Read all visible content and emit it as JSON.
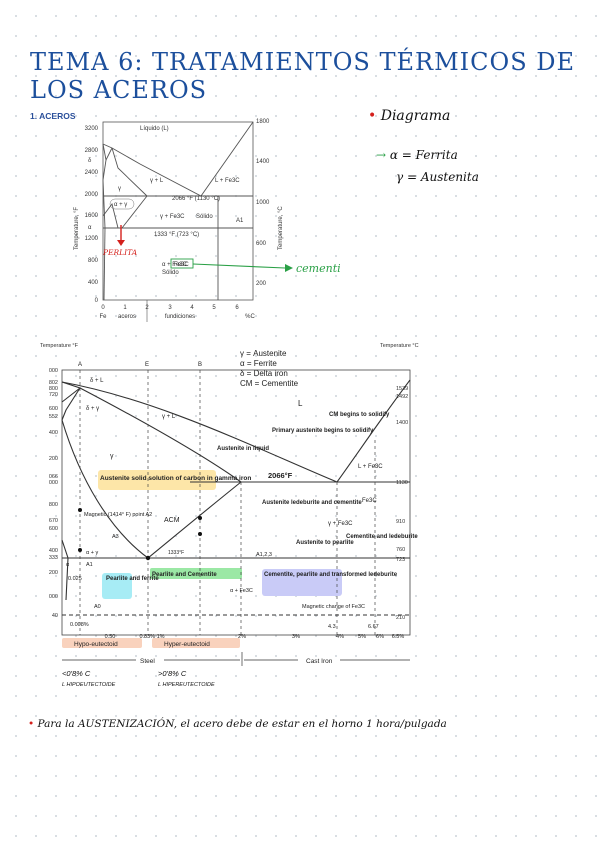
{
  "title": "TEMA 6: TRATAMIENTOS TÉRMICOS DE LOS ACEROS",
  "section": "1. ACEROS",
  "notes": {
    "diagrama": "Diagrama",
    "alpha": "α = Ferrita",
    "gamma": "γ = Austenita",
    "cementita": "cementita",
    "perlita": "PERLITA",
    "hipo_pct": "<0'8% C",
    "hipo_label": "L HIPOEUTECTOIDE",
    "hiper_pct": ">0'8% C",
    "hiper_label": "L HIPEREUTECTOIDE",
    "bottom": "Para la AUSTENIZACIÓN, el acero debe de estar en el horno 1 hora/pulgada"
  },
  "diagram1": {
    "y_left_ticks": [
      "3200",
      "2800",
      "2400",
      "2000",
      "1600",
      "1200",
      "800",
      "400",
      "0"
    ],
    "y_left_label": "Temperature, °F",
    "y_right_ticks": [
      "1800",
      "1400",
      "1000",
      "600",
      "200"
    ],
    "y_right_label": "Temperature, °C",
    "x_ticks": [
      "0",
      "1",
      "2",
      "3",
      "4",
      "5",
      "6"
    ],
    "x_unit": "%C",
    "fe": "Fe",
    "aceros": "aceros",
    "fundiciones": "fundiciones",
    "liquid": "Líquido (L)",
    "d": "δ",
    "g_l": "γ + L",
    "l_fe3c": "L + Fe3C",
    "g": "γ",
    "ag": "α + γ",
    "a": "α",
    "t2066": "2066 °F (1130 °C)",
    "g_fe3c": "γ + Fe3C",
    "solido": "Sólido",
    "a1": "A1",
    "t1333": "1333 °F (723 °C)",
    "a_fe3c": "α + Fe3C",
    "solido2": "Sólido",
    "fe3c_box": "Fe3C"
  },
  "diagram2": {
    "temp_left": "Temperature °F",
    "temp_right": "Temperature °C",
    "legend": [
      "γ = Austenite",
      "α = Ferrite",
      "δ = Delta iron",
      "CM = Cementite"
    ],
    "left_ticks": [
      "000",
      "802",
      "800",
      "720",
      "600",
      "552",
      "400",
      "200",
      "066",
      "000",
      "800",
      "670",
      "600",
      "400",
      "333",
      "200",
      "000",
      "40"
    ],
    "right_ticks": [
      "1539",
      "1492",
      "1400",
      "1130",
      "910",
      "760",
      "723",
      "210"
    ],
    "point_a": "A",
    "point_e": "E",
    "point_b": "B",
    "d_l": "δ + L",
    "d_g": "δ + γ",
    "g_l": "γ + L",
    "l": "L",
    "cm_begins": "CM begins to solidify",
    "primary": "Primary austenite begins to solidify",
    "aus_liquid": "Austenite in liquid",
    "l_fe3c": "L + Fe3C",
    "g": "γ",
    "austenite_solution": "Austenite solid solution of carbon in gamma iron",
    "t2066": "2066°F",
    "fe3c": "Fe3C",
    "magnetic": "Magnetic (1414° F) point A2",
    "acm": "ACM",
    "a3": "A3",
    "aus_led_cem": "Austenite ledeburite and cementite",
    "g_fe3c": "γ + Fe3C",
    "cem_led": "Cementite and ledeburite",
    "t1333": "1333°F",
    "a123": "A1,2,3",
    "aus_pearlite": "Austenite to pearlite",
    "ag": "α + γ",
    "a1": "A1",
    "a0025": "0.025",
    "pearlite_ferrite": "Pearlite and ferrite",
    "pearlite_cementite": "Pearlite and Cementite",
    "cem_pearlite": "Cementite, pearlite and transformed ledeburite",
    "a_fe3c": "α + Fe3C",
    "magnetic_change": "Magnetic change of Fe3C",
    "a0": "A0",
    "p0008": "0.008%",
    "n43": "4.3",
    "n667": "6.67",
    "x_ticks": [
      "0.50",
      "0.83% 1%",
      "2%",
      "3%",
      "4%",
      "5%",
      "6%",
      "6.5%"
    ],
    "hypo": "Hypo-eutectoid",
    "hyper": "Hyper-eutectoid",
    "steel": "Steel",
    "cast_iron": "Cast Iron",
    "a_label": "α"
  }
}
